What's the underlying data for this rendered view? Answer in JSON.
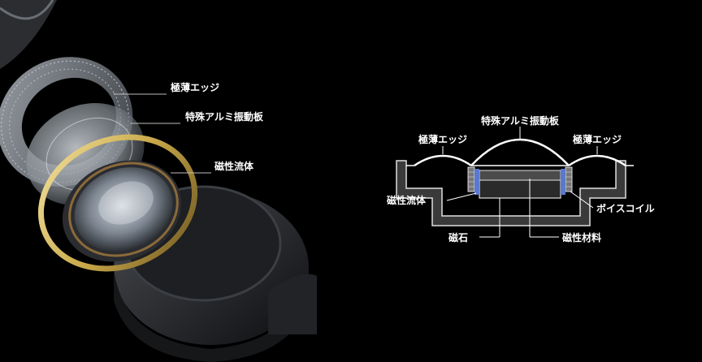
{
  "exploded_view": {
    "labels": {
      "edge": "極薄エッジ",
      "diaphragm": "特殊アルミ振動板",
      "fluid": "磁性流体"
    }
  },
  "cross_section": {
    "labels": {
      "diaphragm": "特殊アルミ振動板",
      "edge_left": "極薄エッジ",
      "edge_right": "極薄エッジ",
      "fluid": "磁性流体",
      "voice_coil": "ボイスコイル",
      "magnet": "磁石",
      "magnetic_material": "磁性材料"
    }
  },
  "colors": {
    "background": "#000000",
    "text": "#ffffff",
    "gold_ring": "#c9a94a",
    "fluid_blue": "#5a78d0"
  }
}
